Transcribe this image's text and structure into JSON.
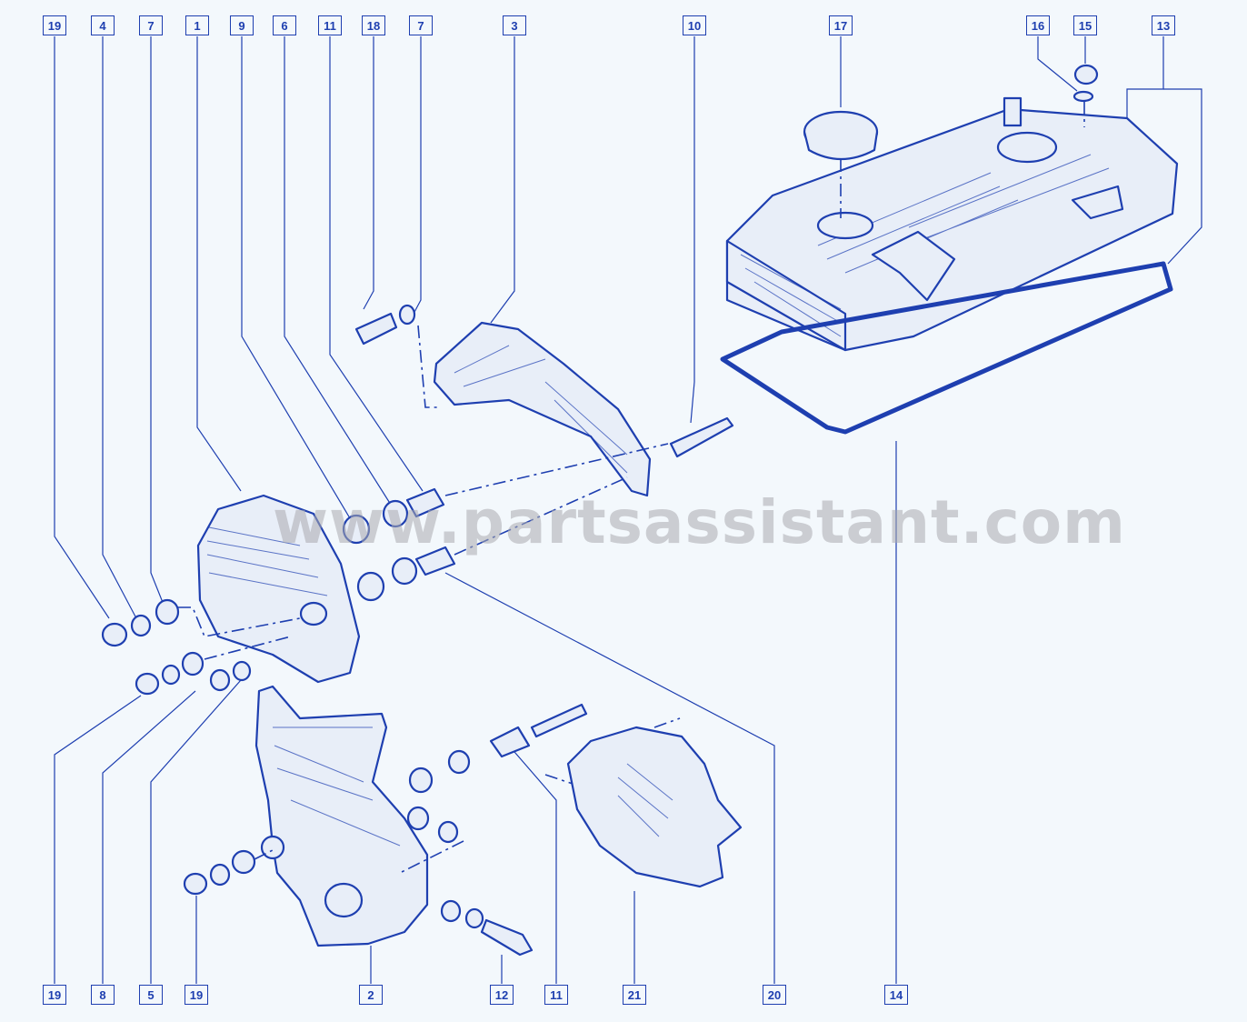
{
  "watermark": "www.partsassistant.com",
  "labels_top": [
    "19",
    "4",
    "7",
    "1",
    "9",
    "6",
    "11",
    "18",
    "7",
    "3",
    "10",
    "17",
    "16",
    "15",
    "13"
  ],
  "labels_bottom": [
    "19",
    "8",
    "5",
    "19",
    "2",
    "12",
    "11",
    "21",
    "20",
    "14"
  ],
  "colors": {
    "line": "#1e3fb0",
    "background": "#f3f8fc",
    "watermark": "#aaaaaf"
  }
}
